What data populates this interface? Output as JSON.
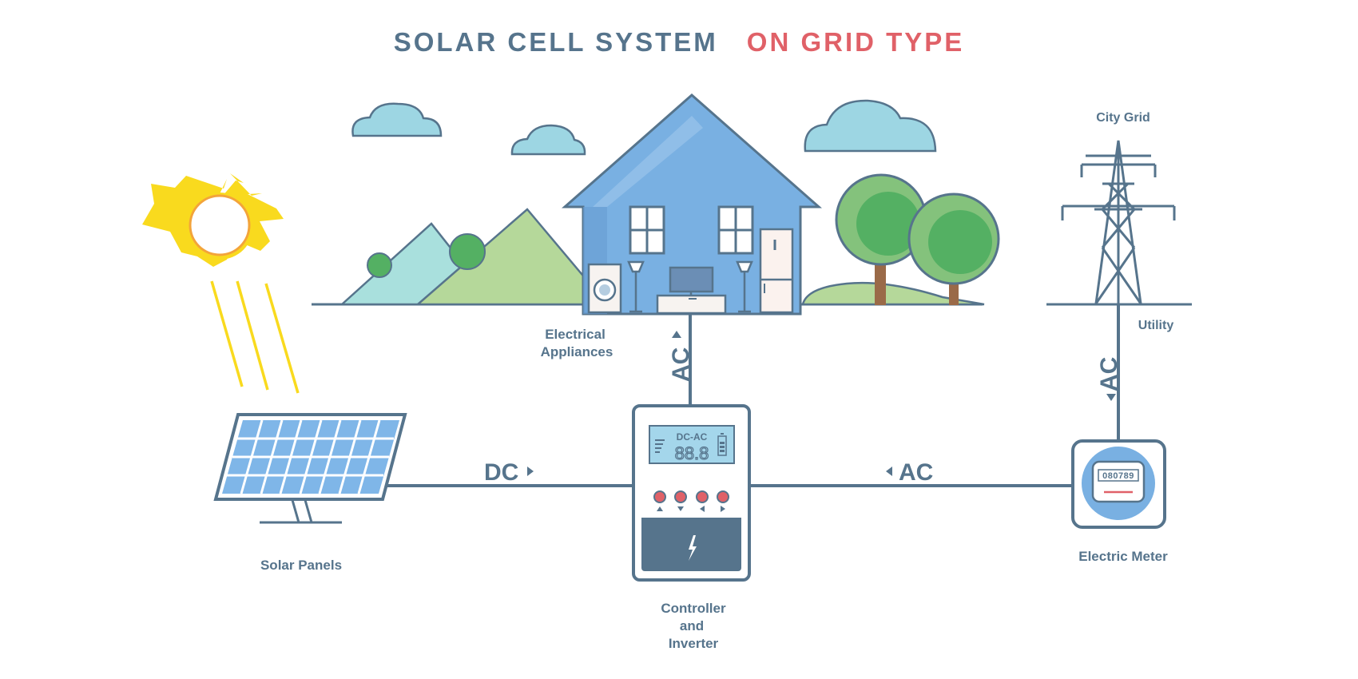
{
  "title": {
    "part1": "SOLAR CELL SYSTEM",
    "part2": "ON GRID TYPE"
  },
  "labels": {
    "appliances_line1": "Electrical",
    "appliances_line2": "Appliances",
    "city_grid": "City Grid",
    "utility": "Utility",
    "solar_panels": "Solar Panels",
    "electric_meter": "Electric Meter",
    "controller_line1": "Controller",
    "controller_line2": "and",
    "controller_line3": "Inverter"
  },
  "flows": {
    "dc": "DC",
    "ac_left": "AC",
    "ac_right": "AC",
    "ac_up": "AC"
  },
  "inverter": {
    "screen_title": "DC-AC",
    "screen_value": "88.8"
  },
  "meter": {
    "reading": "080789"
  },
  "colors": {
    "line": "#56748c",
    "accent": "#e06168",
    "house": "#79b0e2",
    "sun": "#f9da1e",
    "cloud": "#9dd6e3",
    "panel": "#7fb6e8",
    "tree": "#54b063"
  }
}
